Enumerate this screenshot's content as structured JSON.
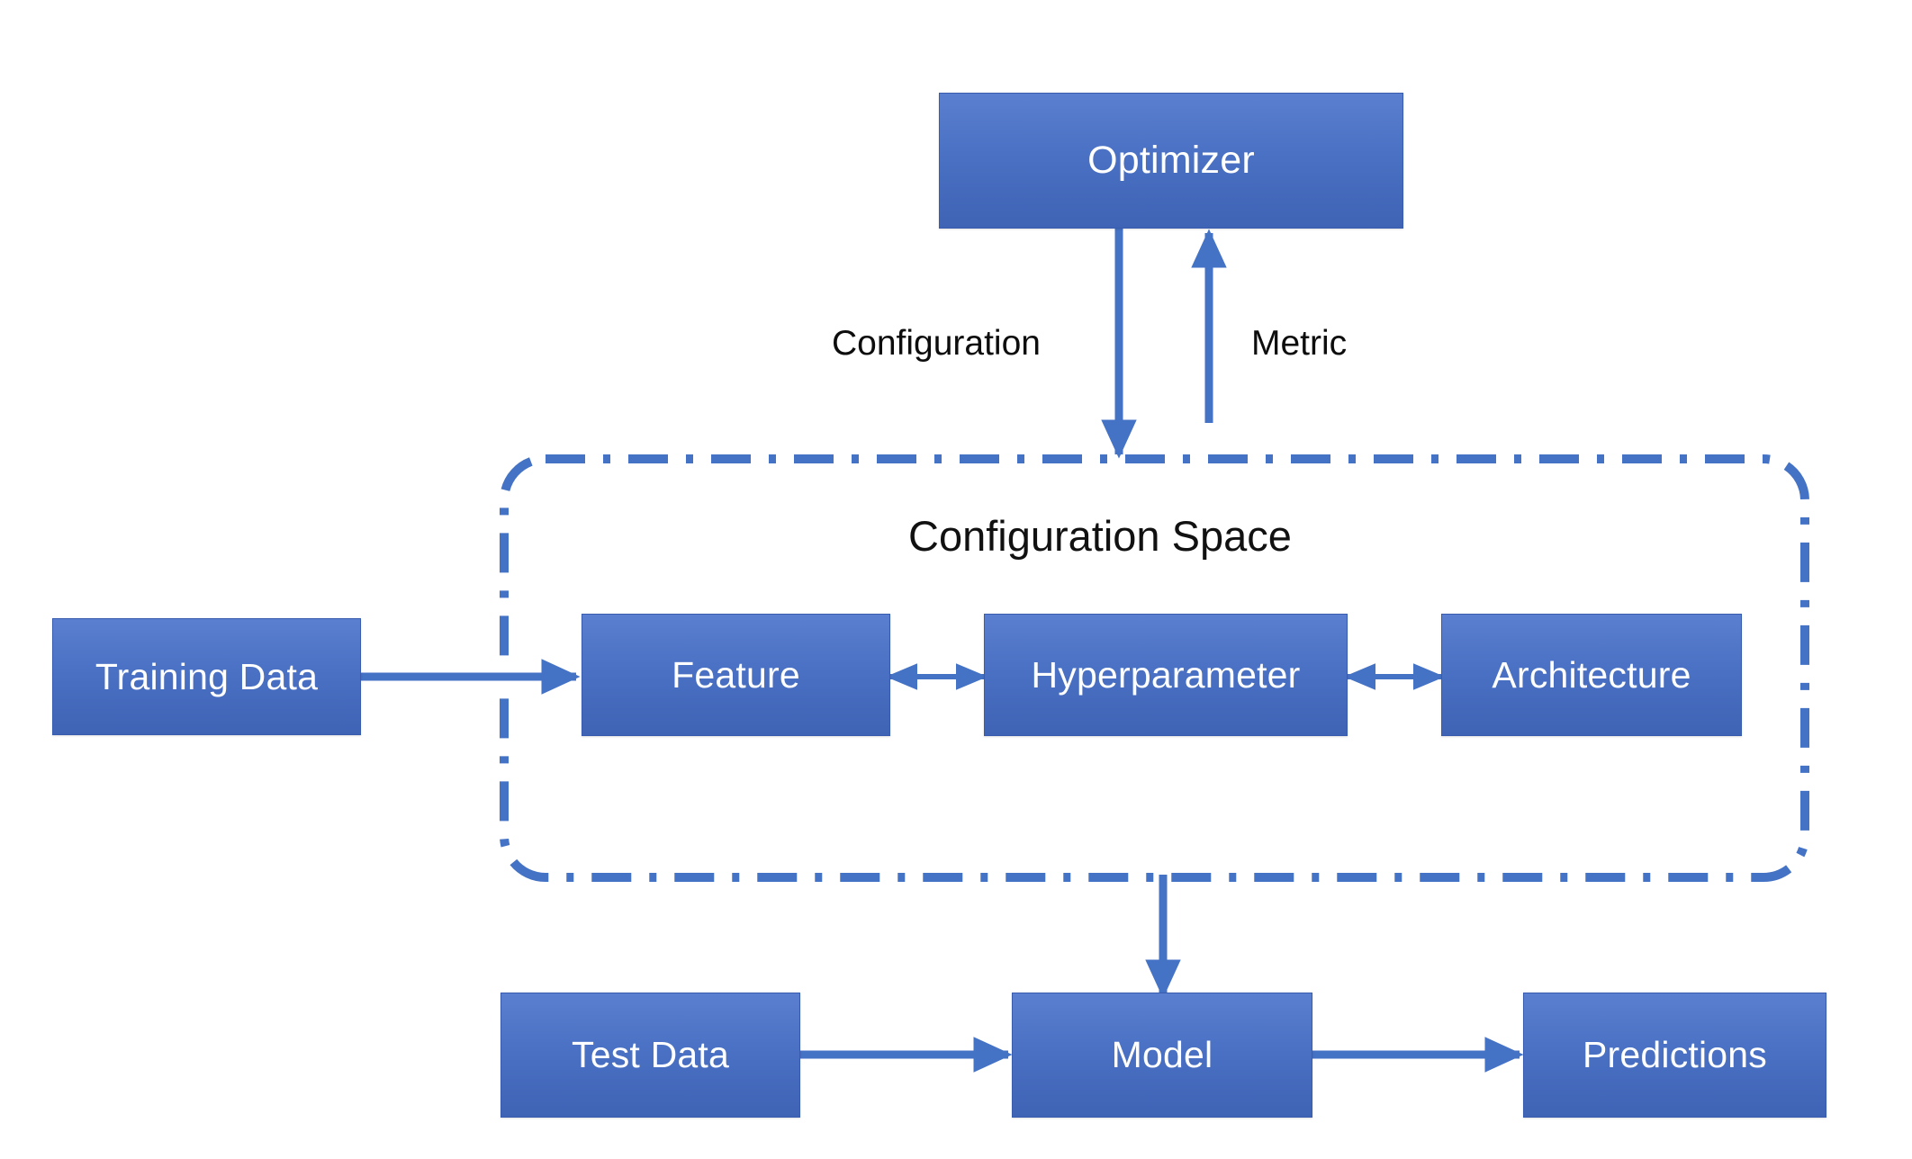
{
  "diagram": {
    "title": "Configuration Space",
    "background_color": "#ffffff",
    "accent_color": "#4472c4",
    "node_fill_top": "#5b7fd0",
    "node_fill_bottom": "#3f63b5",
    "node_text_color": "#ffffff",
    "label_text_color": "#0d0d0d",
    "group_border_color": "#4472c4",
    "group_border_style": "dash-dot"
  },
  "nodes": {
    "optimizer": {
      "label": "Optimizer"
    },
    "training_data": {
      "label": "Training Data"
    },
    "feature": {
      "label": "Feature"
    },
    "hyperparameter": {
      "label": "Hyperparameter"
    },
    "architecture": {
      "label": "Architecture"
    },
    "test_data": {
      "label": "Test Data"
    },
    "model": {
      "label": "Model"
    },
    "predictions": {
      "label": "Predictions"
    }
  },
  "group": {
    "label": "Configuration Space"
  },
  "edge_labels": {
    "configuration": "Configuration",
    "metric": "Metric"
  },
  "edges": [
    {
      "from": "optimizer",
      "to": "configuration-space",
      "label": "Configuration",
      "direction": "down",
      "arrow": "single"
    },
    {
      "from": "configuration-space",
      "to": "optimizer",
      "label": "Metric",
      "direction": "up",
      "arrow": "single"
    },
    {
      "from": "training_data",
      "to": "feature",
      "label": "",
      "direction": "right",
      "arrow": "single"
    },
    {
      "from": "feature",
      "to": "hyperparameter",
      "label": "",
      "direction": "both",
      "arrow": "double"
    },
    {
      "from": "hyperparameter",
      "to": "architecture",
      "label": "",
      "direction": "both",
      "arrow": "double"
    },
    {
      "from": "configuration-space",
      "to": "model",
      "label": "",
      "direction": "down",
      "arrow": "single"
    },
    {
      "from": "test_data",
      "to": "model",
      "label": "",
      "direction": "right",
      "arrow": "single"
    },
    {
      "from": "model",
      "to": "predictions",
      "label": "",
      "direction": "right",
      "arrow": "single"
    }
  ]
}
